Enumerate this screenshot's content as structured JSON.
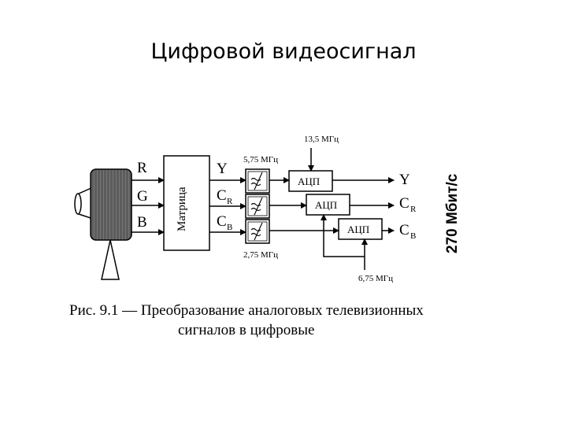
{
  "slide": {
    "title": "Цифровой видеосигнал"
  },
  "diagram": {
    "inputs": {
      "r": "R",
      "g": "G",
      "b": "B"
    },
    "matrix_label": "Матрица",
    "outputs_left": {
      "y": "Y",
      "cr": "C",
      "cr_sub": "R",
      "cb": "C",
      "cb_sub": "B"
    },
    "filter_top_freq": "5,75 МГц",
    "filter_bottom_freq": "2,75 МГц",
    "clock_top": "13,5 МГц",
    "clock_bottom": "6,75 МГц",
    "adc_labels": [
      "АЦП",
      "АЦП",
      "АЦП"
    ],
    "outputs_right": {
      "y": "Y",
      "cr": "C",
      "cr_sub": "R",
      "cb": "C",
      "cb_sub": "B"
    },
    "bit_rate": "270 Мбит/с",
    "caption_line1": "Рис. 9.1 — Преобразование аналоговых телевизионных",
    "caption_line2": "сигналов в цифровые"
  }
}
